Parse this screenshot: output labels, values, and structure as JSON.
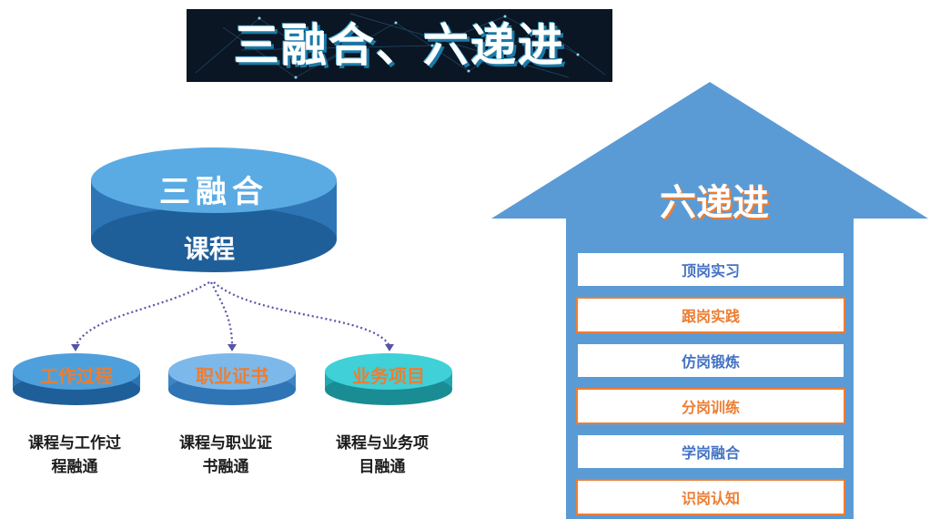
{
  "banner_title": "三融合、六递进",
  "left": {
    "disk_title": "三融合",
    "disk_subtitle": "课程",
    "nodes": [
      {
        "label": "工作过程",
        "caption_line1": "课程与工作过",
        "caption_line2": "程融通"
      },
      {
        "label": "职业证书",
        "caption_line1": "课程与职业证",
        "caption_line2": "书融通"
      },
      {
        "label": "业务项目",
        "caption_line1": "课程与业务项",
        "caption_line2": "目融通"
      }
    ]
  },
  "right": {
    "arrow_title": "六递进",
    "steps": [
      {
        "label": "顶岗实习",
        "style": "blue"
      },
      {
        "label": "跟岗实践",
        "style": "orange"
      },
      {
        "label": "仿岗锻炼",
        "style": "blue"
      },
      {
        "label": "分岗训练",
        "style": "orange"
      },
      {
        "label": "学岗融合",
        "style": "blue"
      },
      {
        "label": "识岗认知",
        "style": "orange"
      }
    ]
  },
  "colors": {
    "blue": "#5b9bd5",
    "orange": "#ed7d31",
    "teal": "#3fd0d8"
  }
}
